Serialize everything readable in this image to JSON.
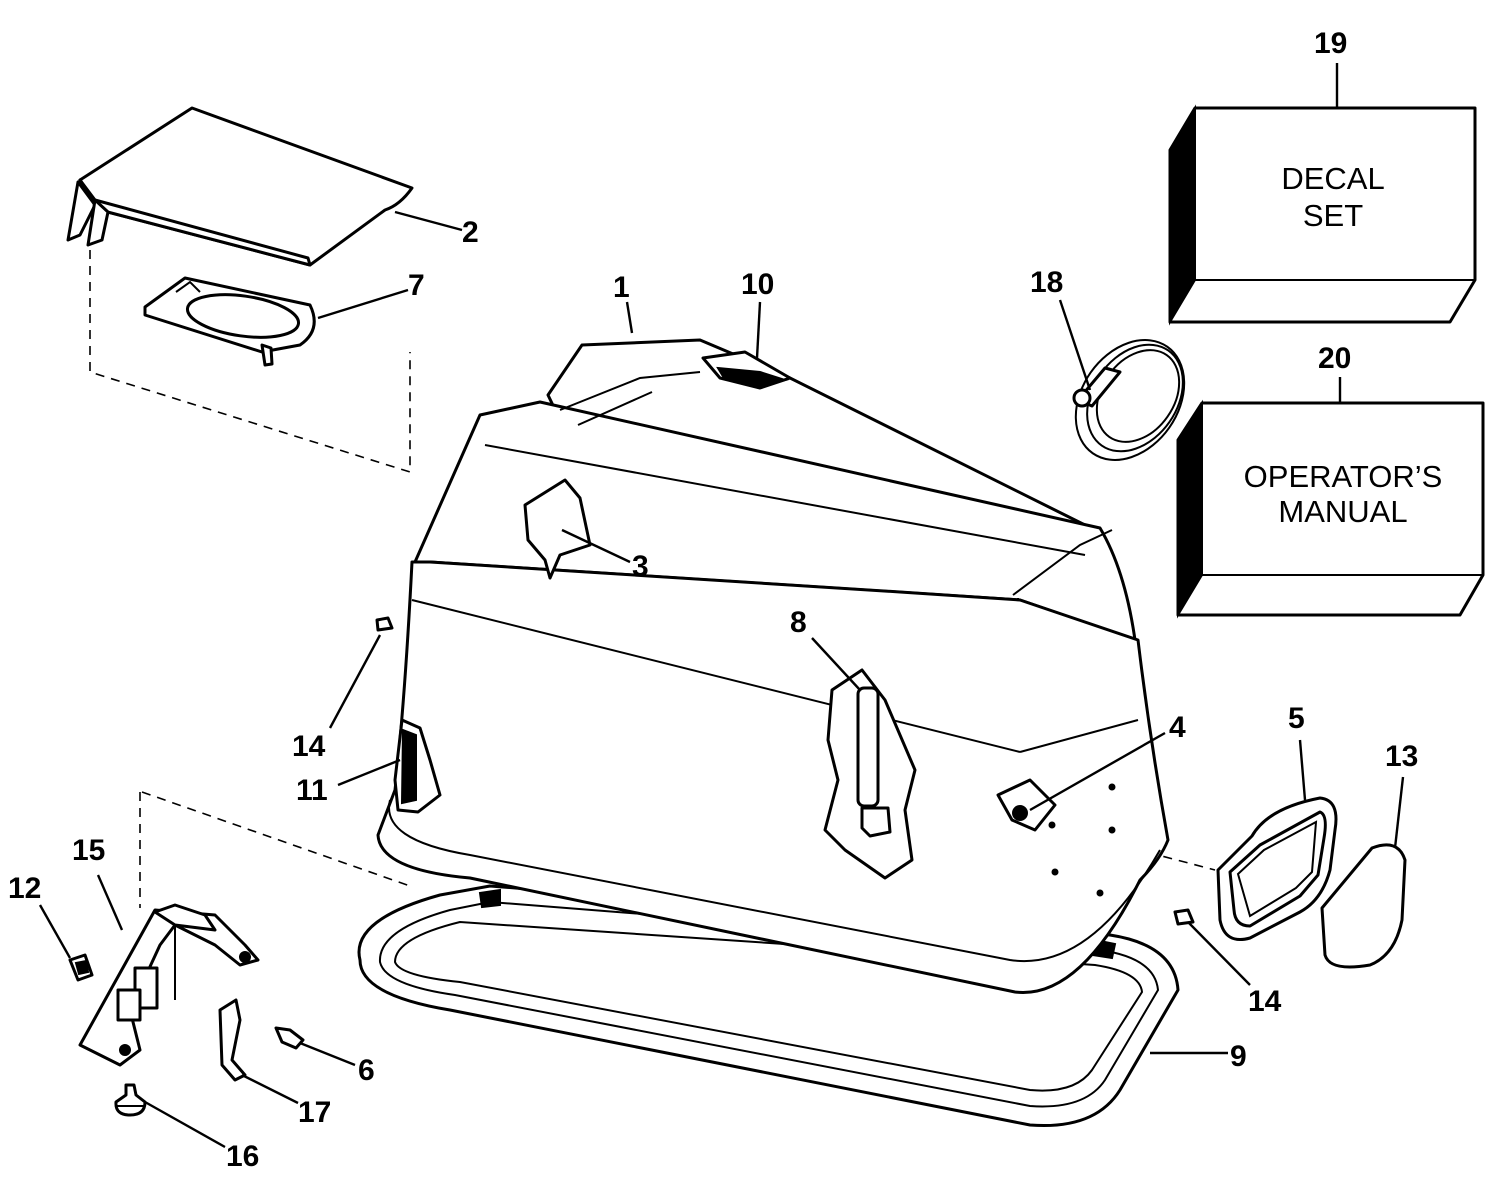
{
  "callouts": {
    "c1": "1",
    "c2": "2",
    "c3": "3",
    "c4": "4",
    "c5": "5",
    "c6": "6",
    "c7": "7",
    "c8": "8",
    "c9": "9",
    "c10": "10",
    "c11": "11",
    "c12": "12",
    "c13": "13",
    "c14a": "14",
    "c14b": "14",
    "c15": "15",
    "c16": "16",
    "c17": "17",
    "c18": "18",
    "c19": "19",
    "c20": "20"
  },
  "boxes": {
    "decal_set": {
      "line1": "DECAL",
      "line2": "SET"
    },
    "operators_manual": {
      "line1": "OPERATOR’S",
      "line2": "MANUAL"
    }
  }
}
